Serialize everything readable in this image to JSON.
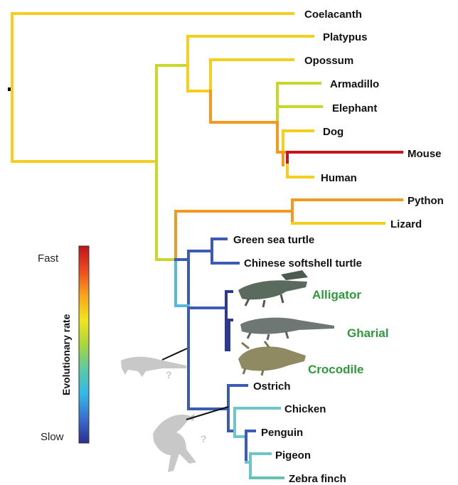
{
  "colors": {
    "very_slow": "#2b3a8c",
    "slow": "#3b5bb5",
    "slow_mid": "#55b8e0",
    "mid_blue": "#6ec5cc",
    "teal": "#66c2b0",
    "yellow_green": "#c8d82a",
    "yellow": "#f6cf1e",
    "orange": "#f29a1f",
    "red": "#c4161c",
    "silhouette": "#c8c8c8",
    "crocodilian_label": "#2e9a3c"
  },
  "taxa": {
    "coelacanth": "Coelacanth",
    "platypus": "Platypus",
    "opossum": "Opossum",
    "armadillo": "Armadillo",
    "elephant": "Elephant",
    "dog": "Dog",
    "mouse": "Mouse",
    "human": "Human",
    "python": "Python",
    "lizard": "Lizard",
    "green_sea_turtle": "Green sea turtle",
    "chinese_softshell_turtle": "Chinese softshell turtle",
    "alligator": "Alligator",
    "gharial": "Gharial",
    "crocodile": "Crocodile",
    "ostrich": "Ostrich",
    "chicken": "Chicken",
    "penguin": "Penguin",
    "pigeon": "Pigeon",
    "zebra_finch": "Zebra finch"
  },
  "legend": {
    "title": "Evolutionary rate",
    "fast": "Fast",
    "slow": "Slow",
    "gradient": [
      "#2a2f8f",
      "#3a6fd0",
      "#33b8e8",
      "#5cc9a4",
      "#a9d63a",
      "#f2e51c",
      "#f7a51b",
      "#ee4a1e",
      "#c0141c"
    ]
  },
  "icons": {
    "fossil_croc": "extinct-crocodyliform-silhouette-icon",
    "fossil_bird": "archaeopteryx-silhouette-icon",
    "question": "?"
  }
}
